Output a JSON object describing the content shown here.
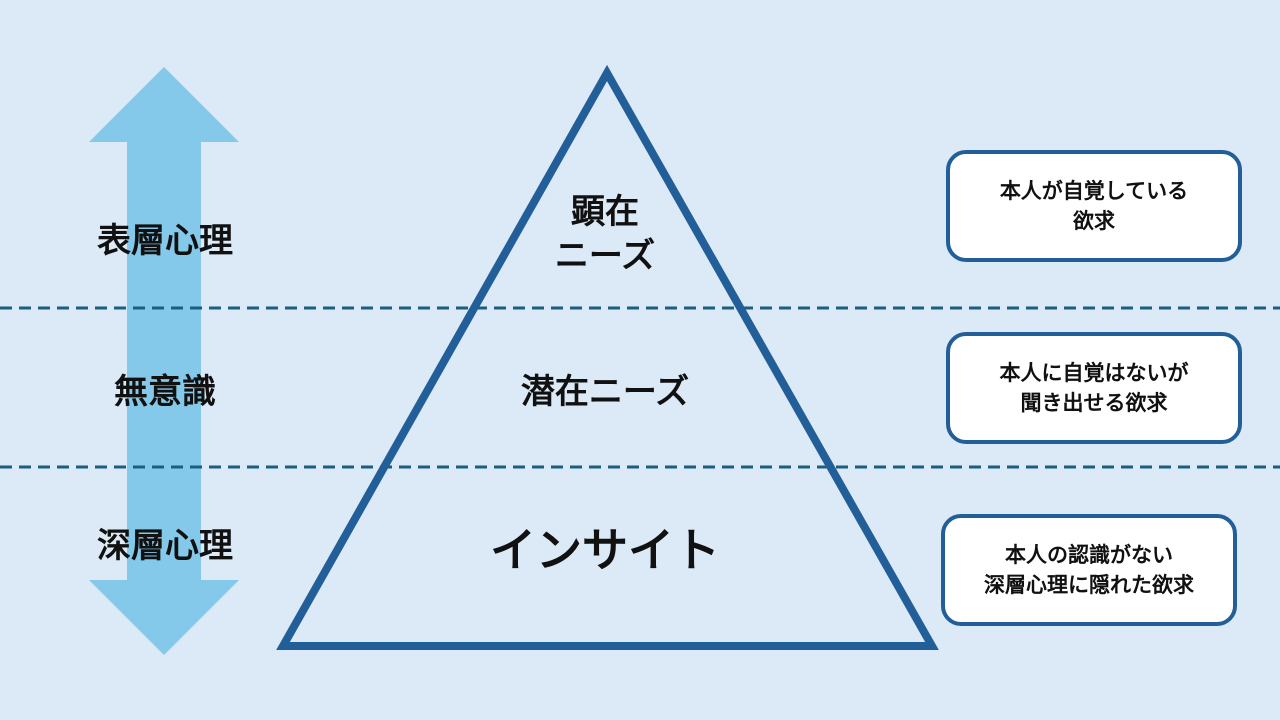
{
  "colors": {
    "background": "#dce9f6",
    "arrow": "#84c9ea",
    "triangle": "#225f98",
    "divider": "#1a5f80"
  },
  "left_labels": [
    "表層心理",
    "無意識",
    "深層心理"
  ],
  "pyramid": {
    "top": [
      "顕在",
      "ニーズ"
    ],
    "middle": "潜在ニーズ",
    "bottom": "インサイト"
  },
  "boxes": [
    {
      "lines": [
        "本人が自覚している",
        "欲求"
      ]
    },
    {
      "lines": [
        "本人に自覚はないが",
        "聞き出せる欲求"
      ]
    },
    {
      "lines": [
        "本人の認識がない",
        "深層心理に隠れた欲求"
      ]
    }
  ]
}
